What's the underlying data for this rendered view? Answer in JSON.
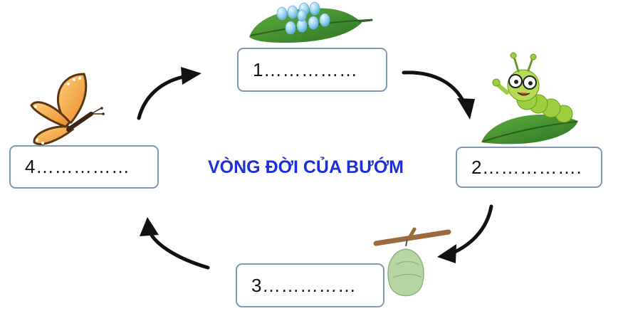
{
  "title": "VÒNG ĐỜI CỦA BƯỚM",
  "stages": [
    {
      "label": "1……………",
      "icon": "butterfly-eggs-on-leaf-icon"
    },
    {
      "label": "2…………….",
      "icon": "caterpillar-on-leaf-icon"
    },
    {
      "label": "3……………",
      "icon": "chrysalis-icon"
    },
    {
      "label": "4……………",
      "icon": "butterfly-icon"
    }
  ],
  "colors": {
    "title": "#1c2fd9",
    "box_border": "#7f98b3",
    "arrow": "#111111",
    "leaf": "#3a8a2c",
    "egg": "#8fd0ee",
    "caterpillar": "#9ccf3e",
    "chrysalis": "#b6d6a4",
    "butterfly": "#f0a23a"
  }
}
